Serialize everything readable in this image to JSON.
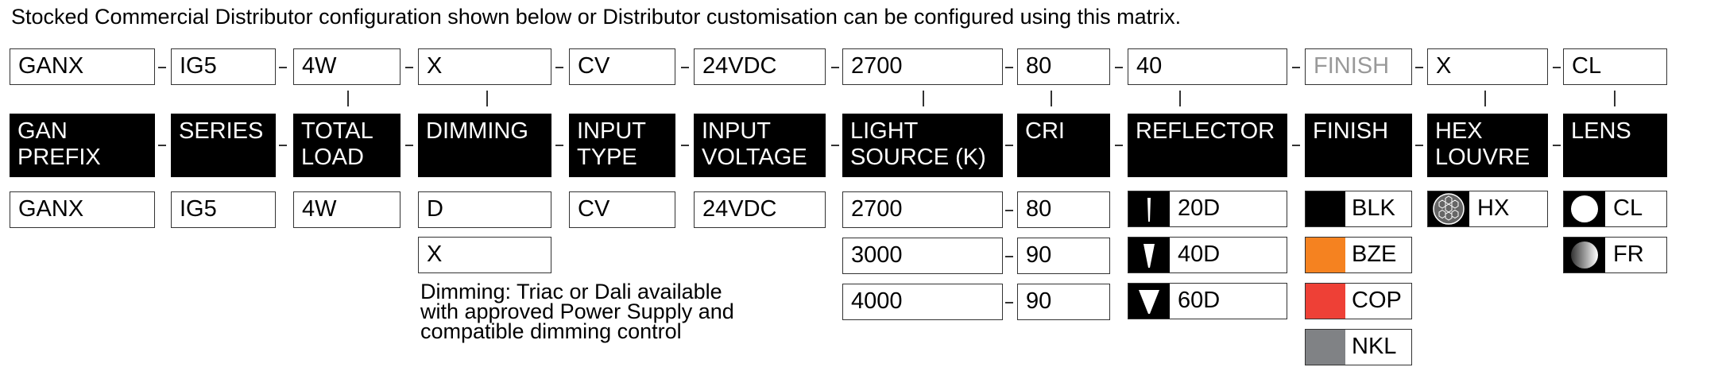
{
  "intro_text": "Stocked Commercial Distributor configuration shown below or Distributor customisation can be configured using this matrix.",
  "code_row": [
    "GANX",
    "IG5",
    "4W",
    "X",
    "CV",
    "24VDC",
    "2700",
    "80",
    "40",
    "FINISH",
    "X",
    "CL"
  ],
  "headers": [
    "GAN\nPREFIX",
    "SERIES",
    "TOTAL\nLOAD",
    "DIMMING",
    "INPUT\nTYPE",
    "INPUT\nVOLTAGE",
    "LIGHT\nSOURCE (K)",
    "CRI",
    "REFLECTOR",
    "FINISH",
    "HEX\nLOUVRE",
    "LENS"
  ],
  "options": {
    "prefix": "GANX",
    "series": "IG5",
    "load": "4W",
    "dimming": [
      "D",
      "X"
    ],
    "input_type": "CV",
    "input_voltage": "24VDC",
    "light_source": [
      "2700",
      "3000",
      "4000"
    ],
    "cri": [
      "80",
      "90",
      "90"
    ],
    "reflector": [
      "20D",
      "40D",
      "60D"
    ],
    "finish": [
      {
        "label": "BLK",
        "color": "#000000"
      },
      {
        "label": "BZE",
        "color": "#F58220"
      },
      {
        "label": "COP",
        "color": "#EE4036"
      },
      {
        "label": "NKL",
        "color": "#808285"
      }
    ],
    "hex_louvre": "HX",
    "lens": [
      "CL",
      "FR"
    ]
  },
  "dimming_note": "Dimming: Triac or Dali available with approved Power Supply and compatible dimming control",
  "icons": {
    "reflector": "reflector-beam-icon",
    "hex_louvre": "hex-louvre-icon",
    "lens_clear": "clear-lens-icon",
    "lens_frosted": "frosted-lens-icon"
  }
}
